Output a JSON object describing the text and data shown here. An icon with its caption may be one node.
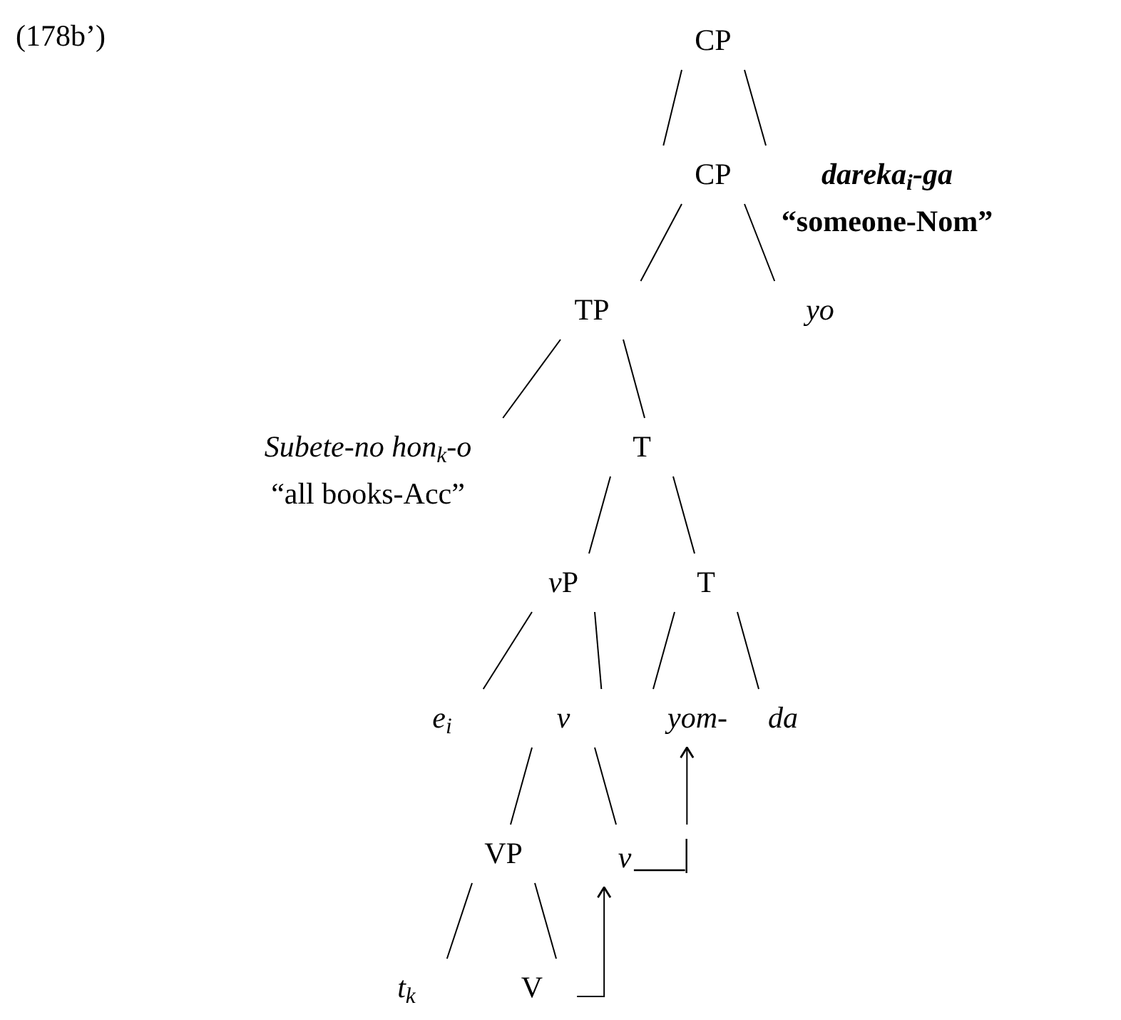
{
  "diagram": {
    "nodes": [
      {
        "text": [
          "CP"
        ]
      },
      {
        "text": [
          "CP"
        ]
      },
      {
        "text": [
          "dareka$_{i}$-ga",
          "“someone-Nom”"
        ]
      },
      {
        "text": [
          "TP"
        ]
      },
      {
        "text": [
          "yo"
        ]
      },
      {
        "text": [
          "Subete-no hon$_{k}$-o",
          "“all books-Acc”"
        ]
      },
      {
        "text": [
          "T"
        ]
      },
      {
        "text": [
          "vP"
        ]
      },
      {
        "text": [
          "T"
        ]
      },
      {
        "text": [
          "e$_{i}$"
        ]
      },
      {
        "text": [
          "v"
        ]
      },
      {
        "text": [
          "yom-"
        ]
      },
      {
        "text": [
          "da"
        ]
      },
      {
        "text": [
          "VP"
        ]
      },
      {
        "text": [
          "v"
        ]
      },
      {
        "text": [
          "t$_{k}$"
        ]
      },
      {
        "text": [
          "V"
        ]
      }
    ],
    "edges": [
      {
        "from": 0,
        "to": 1,
        "arrow": "none"
      },
      {
        "from": 0,
        "to": 2,
        "arrow": "none"
      },
      {
        "from": 1,
        "to": 3,
        "arrow": "none"
      },
      {
        "from": 1,
        "to": 4,
        "arrow": "none"
      },
      {
        "from": 3,
        "to": 5,
        "arrow": "none"
      },
      {
        "from": 3,
        "to": 6,
        "arrow": "none"
      },
      {
        "from": 6,
        "to": 7,
        "arrow": "none"
      },
      {
        "from": 6,
        "to": 8,
        "arrow": "none"
      },
      {
        "from": 7,
        "to": 9,
        "arrow": "none"
      },
      {
        "from": 7,
        "to": 10,
        "arrow": "none"
      },
      {
        "from": 8,
        "to": 11,
        "arrow": "none"
      },
      {
        "from": 8,
        "to": 12,
        "arrow": "none"
      },
      {
        "from": 10,
        "to": 13,
        "arrow": "none"
      },
      {
        "from": 10,
        "to": 14,
        "arrow": "none"
      },
      {
        "from": 13,
        "to": 15,
        "arrow": "none"
      },
      {
        "from": 13,
        "to": 16,
        "arrow": "none"
      },
      {
        "from": 16,
        "to": 14,
        "arrow": "to"
      },
      {
        "from": 14,
        "to": 11,
        "arrow": "to"
      }
    ],
    "labels": [
      "(178b’)"
    ]
  }
}
